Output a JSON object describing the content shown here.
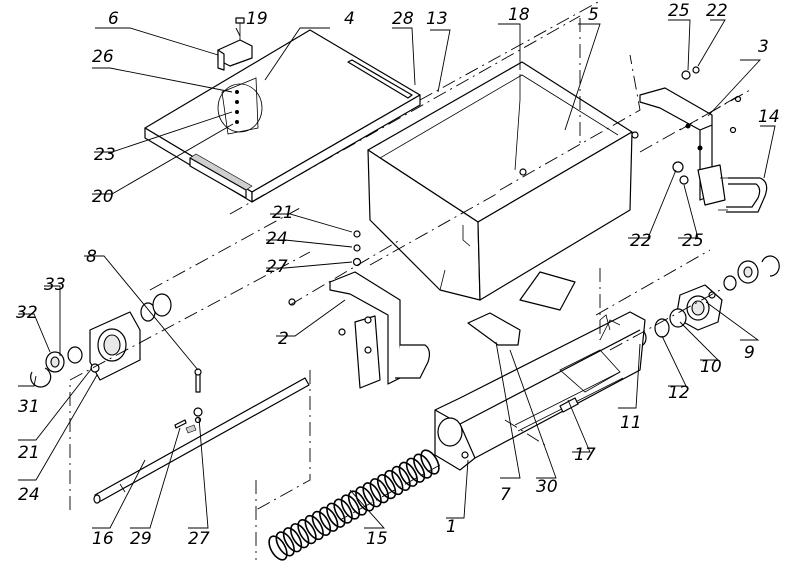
{
  "callouts": [
    "6",
    "19",
    "4",
    "28",
    "13",
    "18",
    "5",
    "25",
    "22",
    "3",
    "26",
    "14",
    "23",
    "20",
    "21",
    "24",
    "27",
    "22",
    "25",
    "8",
    "33",
    "32",
    "2",
    "9",
    "10",
    "12",
    "11",
    "31",
    "21",
    "24",
    "16",
    "29",
    "27",
    "15",
    "1",
    "7",
    "30",
    "17"
  ]
}
